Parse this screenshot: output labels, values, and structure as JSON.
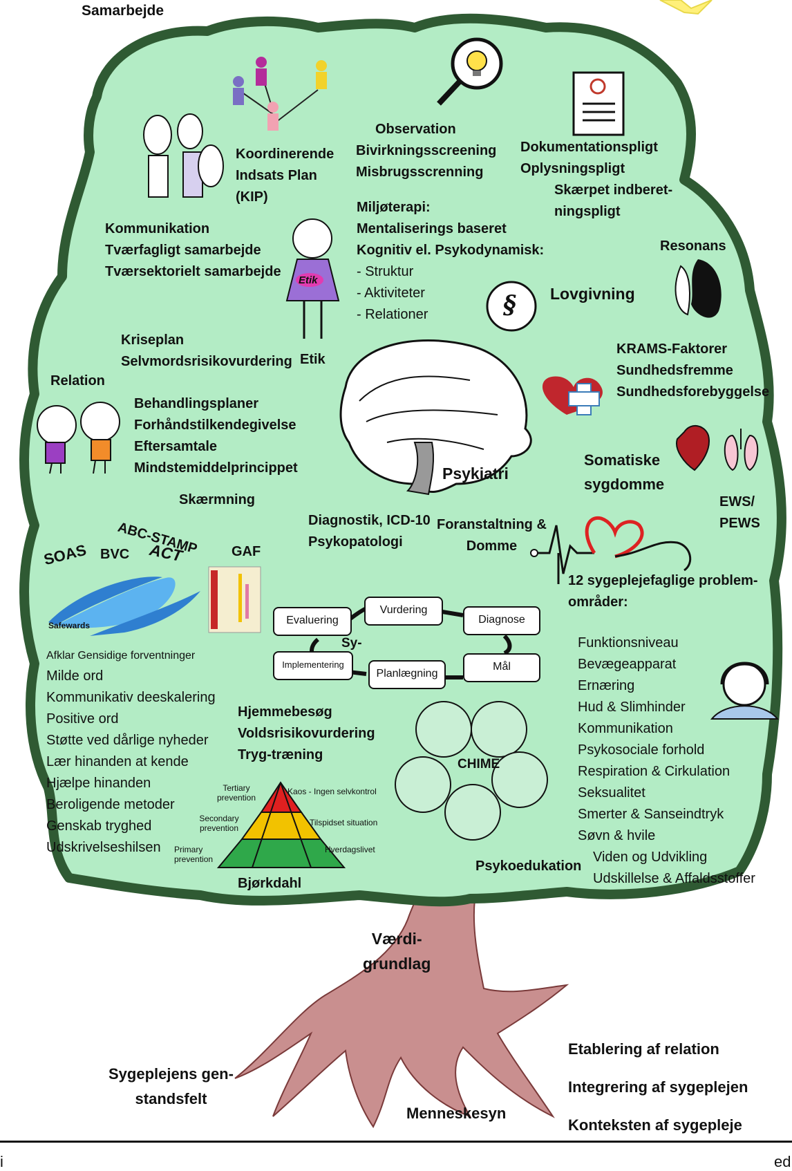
{
  "header": {
    "top_left": "Samarbejde"
  },
  "footer": {
    "left": "i",
    "right": "ed"
  },
  "crown": {
    "kip": [
      "Koordinerende",
      "Indsats Plan",
      "(KIP)"
    ],
    "observation": [
      "Observation",
      "Bivirkningsscreening",
      "Misbrugsscrenning"
    ],
    "documentation": [
      "Dokumentationspligt",
      "Oplysningspligt"
    ],
    "indberet": [
      "Skærpet indberet-",
      "ningspligt"
    ],
    "communication": [
      "Kommunikation",
      "Tværfagligt  samarbejde",
      "Tværsektorielt samarbejde"
    ],
    "miljo": [
      "Miljøterapi:",
      "Mentaliserings baseret",
      "Kognitiv el. Psykodynamisk:"
    ],
    "miljo_list": [
      "- Struktur",
      "- Aktiviteter",
      "- Relationer"
    ],
    "etik_badge": "Etik",
    "etik": "Etik",
    "resonans": "Resonans",
    "lovgivning": "Lovgivning",
    "paragraph": "§",
    "krise": [
      "Kriseplan",
      "Selvmordsrisikovurdering"
    ],
    "krams": [
      "KRAMS-Faktorer",
      "Sundhedsfremme",
      "Sundhedsforebyggelse"
    ],
    "relation": "Relation",
    "behandling": [
      "Behandlingsplaner",
      "Forhåndstilkendegivelse",
      "Eftersamtale",
      "Mindstemiddelprincippet"
    ],
    "psykiatri": "Psykiatri",
    "somatiske": [
      "Somatiske",
      "sygdomme"
    ],
    "ews": [
      "EWS/",
      "PEWS"
    ],
    "skaermning": "Skærmning",
    "abc": "ABC-STAMP",
    "soas": "SOAS",
    "bvc": "BVC",
    "act": "ACT",
    "gaf": "GAF",
    "safewards": "Safewards",
    "diagnostik": [
      "Diagnostik, ICD-10",
      "Psykopatologi"
    ],
    "foranstaltning": [
      "Foranstaltning &",
      "Domme"
    ],
    "problem_title": [
      "12 sygeplejefaglige problem-",
      "områder:"
    ],
    "process": {
      "center": "Sy-",
      "nodes": [
        "Vurdering",
        "Diagnose",
        "Mål",
        "Planlægning",
        "Implementering",
        "Evaluering"
      ]
    },
    "problem_areas": [
      "Funktionsniveau",
      "Bevægeapparat",
      "Ernæring",
      "Hud & Slimhinder",
      "Kommunikation",
      "Psykosociale forhold",
      "Respiration & Cirkulation",
      "Seksualitet",
      "Smerter & Sanseindtryk",
      "Søvn & hvile"
    ],
    "problem_areas_indented": [
      "Viden og Udvikling",
      "Udskillelse & Affaldsstoffer"
    ],
    "safewards_list_small": "Afklar Gensidige forventninger",
    "safewards_list": [
      "Milde ord",
      "Kommunikativ deeskalering",
      "Positive ord",
      "Støtte ved dårlige nyheder",
      "Lær hinanden at kende",
      "Hjælpe hinanden",
      "Beroligende metoder",
      "Genskab tryghed",
      "Udskrivelseshilsen"
    ],
    "hjemmebesog": [
      "Hjemmebesøg",
      "Voldsrisikovurdering",
      "Tryg-træning"
    ],
    "chime": "CHIME",
    "psykoedukation": "Psykoedukation",
    "bjorkdahl": {
      "title": "Bjørkdahl",
      "left": [
        "Tertiary prevention",
        "Secondary prevention",
        "Primary prevention"
      ],
      "right": [
        "Kaos - Ingen selvkontrol",
        "Tilspidset situation",
        "Hverdagslivet"
      ],
      "colors": [
        "#e02020",
        "#f2c200",
        "#2fa84a"
      ]
    }
  },
  "trunk": {
    "label": [
      "Værdi-",
      "grundlag"
    ]
  },
  "roots": {
    "left": [
      "Sygeplejens gen-",
      "standsfelt"
    ],
    "center": "Menneskesyn",
    "right": [
      "Etablering af relation",
      "Integrering af sygeplejen",
      "Konteksten af sygepleje"
    ]
  },
  "colors": {
    "crown_fill": "#b3ecc5",
    "crown_border": "#2f5a33",
    "trunk": "#c98f8f"
  }
}
